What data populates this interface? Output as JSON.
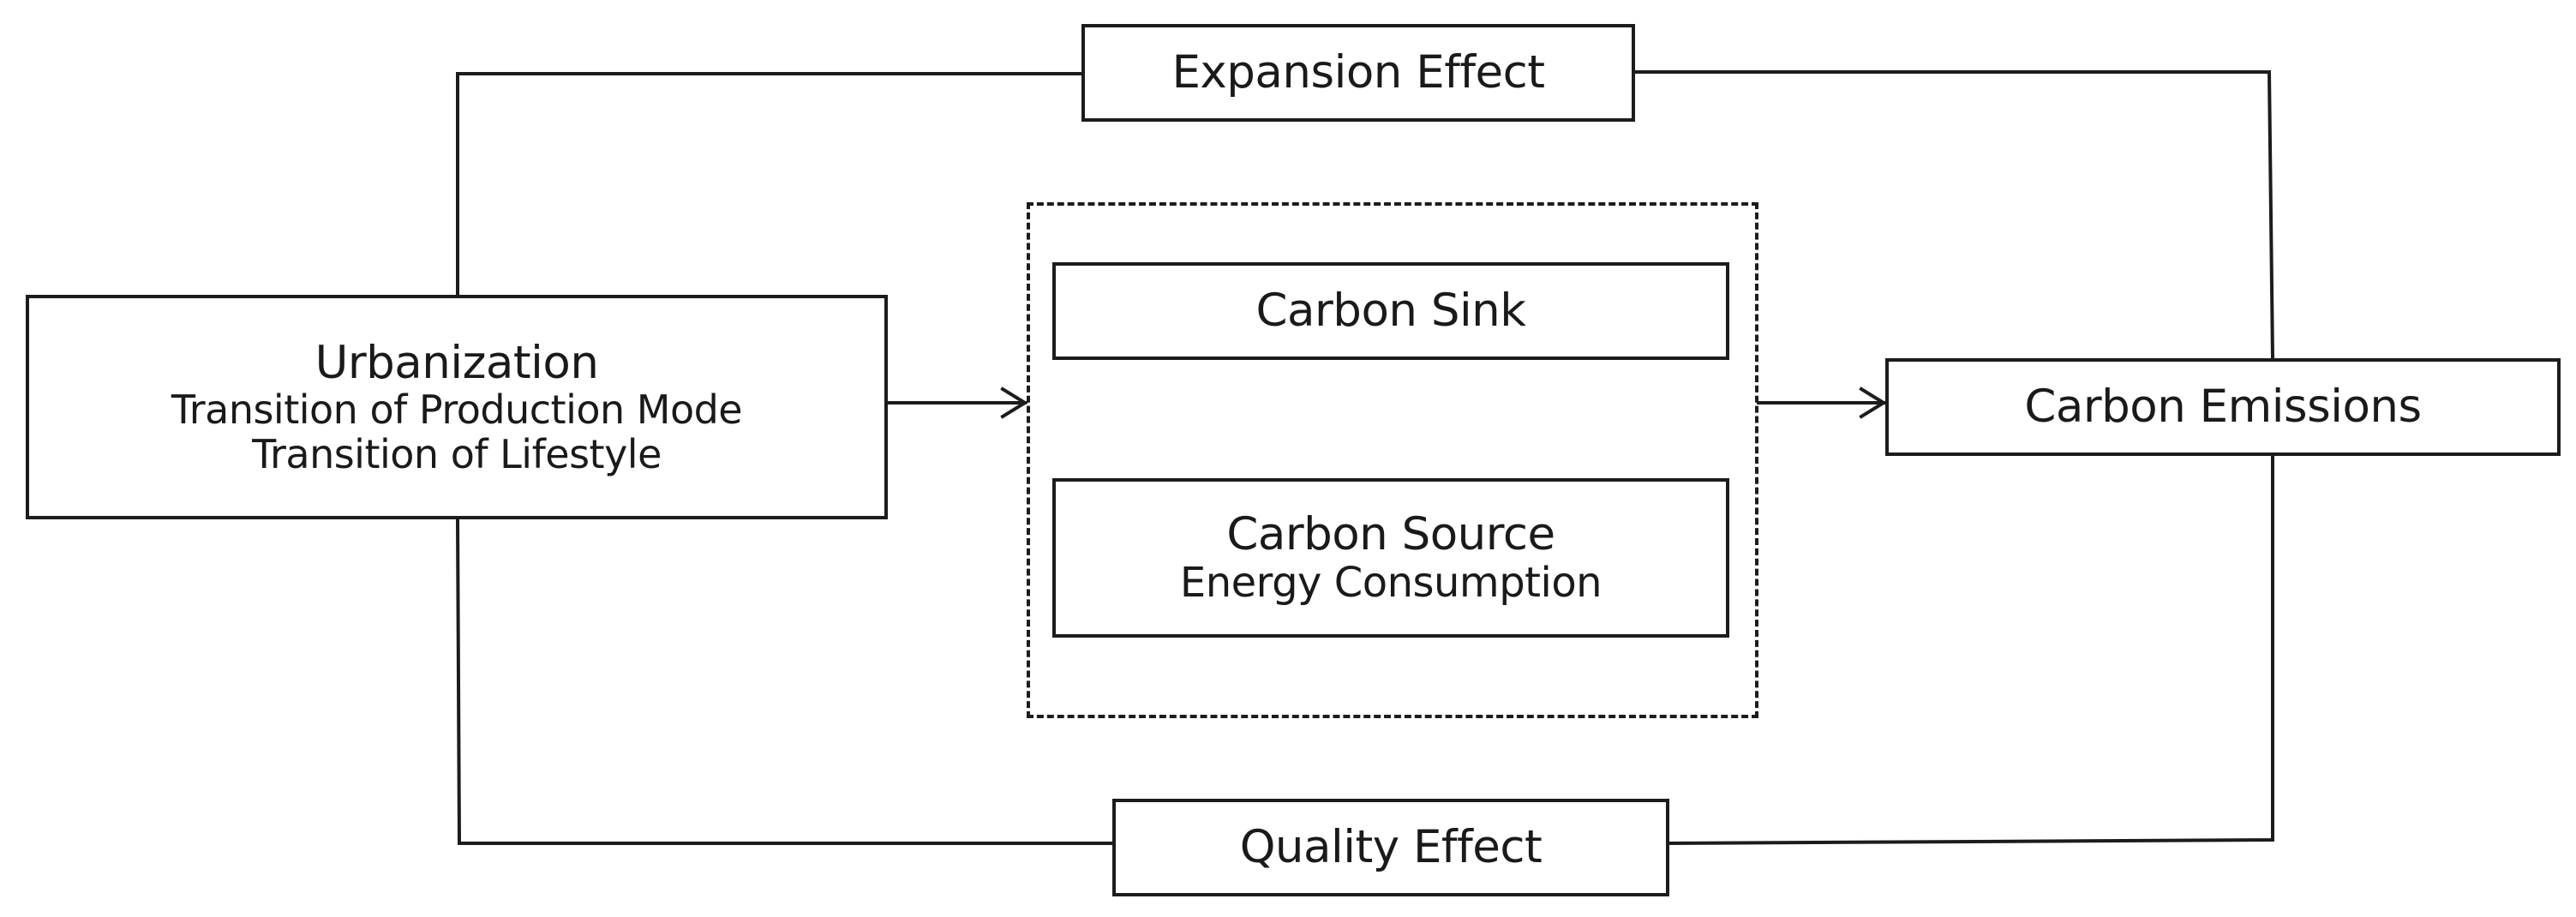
{
  "nodes": {
    "expansion": {
      "label": "Expansion Effect"
    },
    "quality": {
      "label": "Quality Effect"
    },
    "urbanization": {
      "title": "Urbanization",
      "lines": [
        "Transition of Production Mode",
        "Transition of Lifestyle"
      ]
    },
    "sink": {
      "label": "Carbon Sink"
    },
    "source": {
      "title": "Carbon Source",
      "subtitle": "Energy Consumption"
    },
    "emissions": {
      "label": "Carbon Emissions"
    }
  },
  "colors": {
    "stroke": "#1c1c1c",
    "background": "#ffffff"
  }
}
